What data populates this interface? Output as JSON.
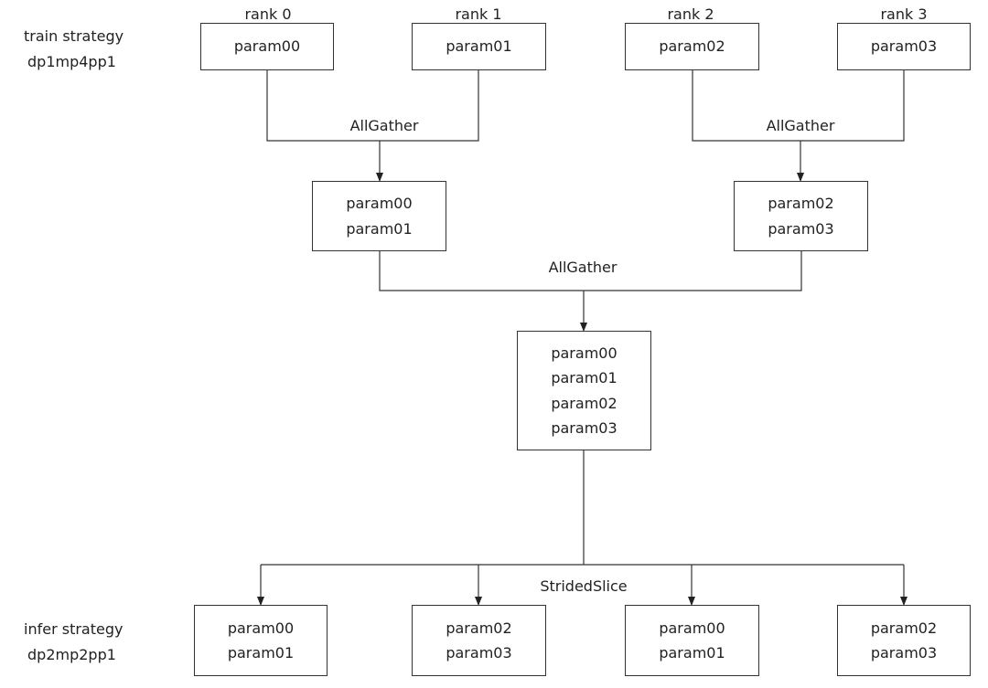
{
  "train_strategy": {
    "line1": "train strategy",
    "line2": "dp1mp4pp1"
  },
  "infer_strategy": {
    "line1": "infer strategy",
    "line2": "dp2mp2pp1"
  },
  "ranks": [
    {
      "label": "rank 0",
      "param": "param00"
    },
    {
      "label": "rank 1",
      "param": "param01"
    },
    {
      "label": "rank 2",
      "param": "param02"
    },
    {
      "label": "rank 3",
      "param": "param03"
    }
  ],
  "allgather_left": {
    "op": "AllGather",
    "params": [
      "param00",
      "param01"
    ]
  },
  "allgather_right": {
    "op": "AllGather",
    "params": [
      "param02",
      "param03"
    ]
  },
  "allgather_final": {
    "op": "AllGather",
    "params": [
      "param00",
      "param01",
      "param02",
      "param03"
    ]
  },
  "slice": {
    "op": "StridedSlice",
    "outputs": [
      [
        "param00",
        "param01"
      ],
      [
        "param02",
        "param03"
      ],
      [
        "param00",
        "param01"
      ],
      [
        "param02",
        "param03"
      ]
    ]
  }
}
